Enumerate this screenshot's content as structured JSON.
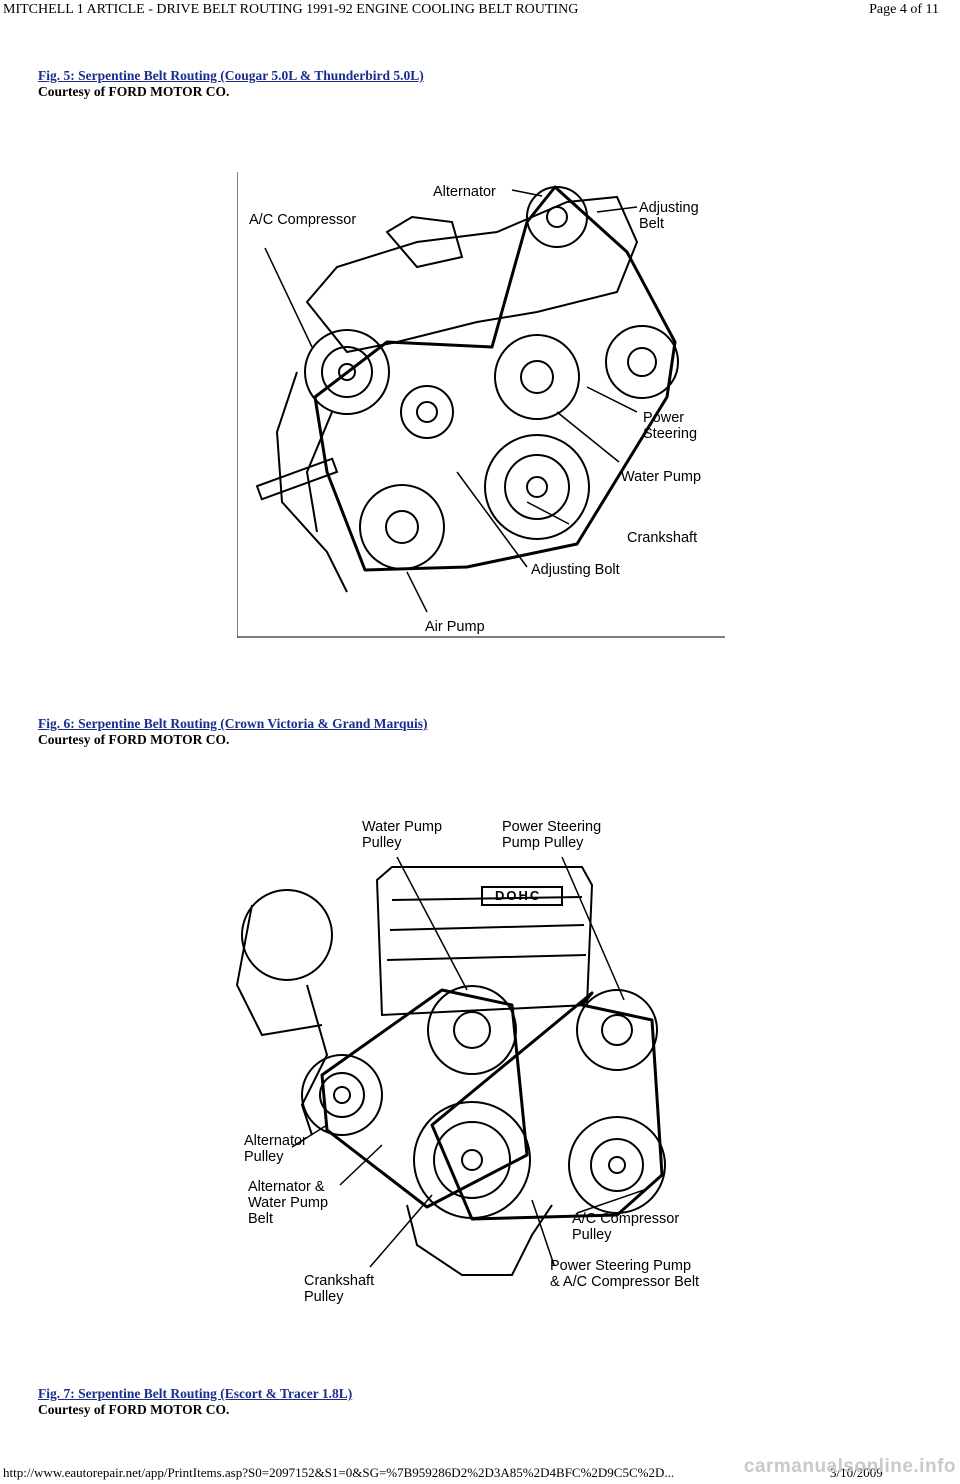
{
  "header": {
    "title": "MITCHELL 1 ARTICLE - DRIVE BELT ROUTING 1991-92 ENGINE COOLING BELT ROUTING",
    "page": "Page 4 of 11"
  },
  "figures": [
    {
      "caption": "Fig. 5: Serpentine Belt Routing (Cougar 5.0L & Thunderbird 5.0L)",
      "credit": "Courtesy of FORD MOTOR CO.",
      "labels": {
        "alternator": "Alternator",
        "adjusting_belt": "Adjusting Belt",
        "ac_compressor": "A/C Compressor",
        "power_steering": "Power Steering",
        "water_pump": "Water Pump",
        "crankshaft": "Crankshaft",
        "adjusting_bolt": "Adjusting Bolt",
        "air_pump": "Air Pump"
      }
    },
    {
      "caption": "Fig. 6: Serpentine Belt Routing (Crown Victoria & Grand Marquis)",
      "credit": "Courtesy of FORD MOTOR CO.",
      "labels": {
        "water_pump_pulley": "Water Pump Pulley",
        "ps_pump_pulley": "Power Steering Pump Pulley",
        "dohc": "DOHC",
        "alternator_pulley": "Alternator Pulley",
        "alt_wp_belt": "Alternator & Water Pump Belt",
        "ac_compressor_pulley": "A/C Compressor Pulley",
        "ps_ac_belt": "Power Steering Pump & A/C Compressor Belt",
        "crankshaft_pulley": "Crankshaft Pulley"
      }
    },
    {
      "caption": "Fig. 7: Serpentine Belt Routing (Escort & Tracer 1.8L)",
      "credit": "Courtesy of FORD MOTOR CO."
    }
  ],
  "footer": {
    "url": "http://www.eautorepair.net/app/PrintItems.asp?S0=2097152&S1=0&SG=%7B959286D2%2D3A85%2D4BFC%2D9C5C%2D...",
    "date": "3/10/2009",
    "watermark": "carmanualsonline.info"
  }
}
